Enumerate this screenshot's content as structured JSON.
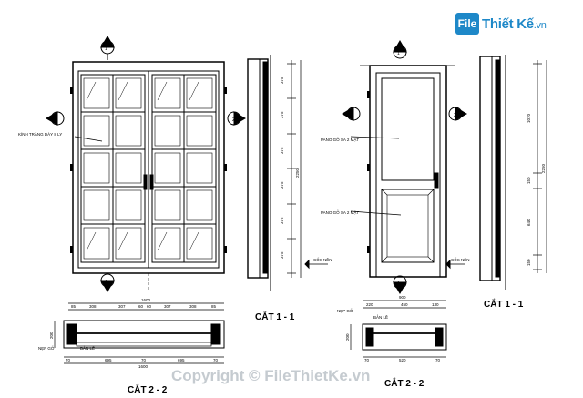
{
  "logo": {
    "badge": "File",
    "name": "Thiết Kế",
    "suffix": ".vn"
  },
  "watermark": "Copyright © FileThietKe.vn",
  "left_door": {
    "label_glass": "KÍNH TRẮNG DÀY 8 LY",
    "section_bubble": "2",
    "marker_top": "1",
    "marker_left": "2",
    "marker_right": "2",
    "marker_bottom": "1"
  },
  "left_side": {
    "title": "CẮT 1 - 1",
    "dims": [
      "375",
      "375",
      "375",
      "375",
      "375",
      "375"
    ],
    "total": "2250",
    "floor": "CỐS NỀN"
  },
  "left_plan": {
    "title": "CẮT 2 - 2",
    "top_total": "1600",
    "top_dims": [
      "85",
      "308",
      "307",
      "60",
      "60",
      "307",
      "308",
      "85"
    ],
    "bottom_dims": [
      "70",
      "695",
      "70",
      "695",
      "70"
    ],
    "bottom_total": "1600",
    "labels": {
      "nep_go": "NẸP GỖ",
      "ban_le": "BẢN LỀ"
    },
    "side_dim": "200"
  },
  "right_door": {
    "label_top": "PANO GỖ SA 2 MẶT",
    "label_bottom": "PANO GỖ SA 2 MẶT",
    "marker_top": "1",
    "marker_left": "2",
    "marker_right": "2",
    "marker_bottom": "1",
    "floor": "CỐS NỀN"
  },
  "right_side": {
    "title": "CẮT 1 - 1",
    "dims": [
      "1070",
      "150",
      "640",
      "150"
    ],
    "total": "2250"
  },
  "right_plan": {
    "title": "CẮT 2 - 2",
    "top_total": "900",
    "top_dims": [
      "220",
      "450",
      "130"
    ],
    "bottom_dims": [
      "70",
      "520",
      "70"
    ],
    "labels": {
      "nep_go": "NẸP GỖ",
      "ban_le": "BẢN LỀ"
    },
    "side_dim": "200"
  }
}
